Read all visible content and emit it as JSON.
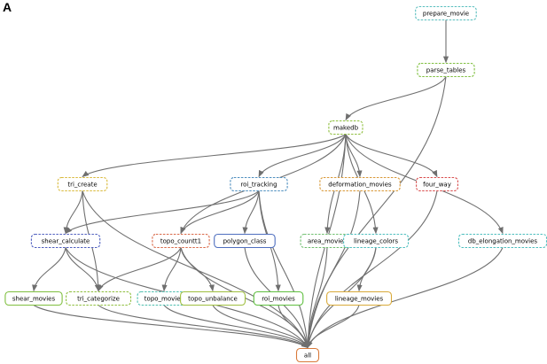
{
  "panel_label": "A",
  "nodes": [
    {
      "id": "prepare_movie",
      "label": "prepare_movie",
      "color": "#5bbfbf",
      "dashed": true
    },
    {
      "id": "parse_tables",
      "label": "parse_tables",
      "color": "#7fbf3f",
      "dashed": true
    },
    {
      "id": "makedb",
      "label": "makedb",
      "color": "#8fbf3f",
      "dashed": true
    },
    {
      "id": "tri_create",
      "label": "tri_create",
      "color": "#d9b93a",
      "dashed": true
    },
    {
      "id": "roi_tracking",
      "label": "roi_tracking",
      "color": "#4f8fbf",
      "dashed": true
    },
    {
      "id": "deformation_movies",
      "label": "deformation_movies",
      "color": "#d99a3a",
      "dashed": true
    },
    {
      "id": "four_way",
      "label": "four_way",
      "color": "#d94f4f",
      "dashed": true
    },
    {
      "id": "shear_calculate",
      "label": "shear_calculate",
      "color": "#4f5fbf",
      "dashed": true
    },
    {
      "id": "topo_countt1",
      "label": "topo_countt1",
      "color": "#d96a4a",
      "dashed": true
    },
    {
      "id": "polygon_class",
      "label": "polygon_class",
      "color": "#4f6fbf",
      "dashed": false
    },
    {
      "id": "area_movies",
      "label": "area_movies",
      "color": "#6fbf6f",
      "dashed": true
    },
    {
      "id": "lineage_colors",
      "label": "lineage_colors",
      "color": "#4fbfbf",
      "dashed": true
    },
    {
      "id": "db_elongation_movies",
      "label": "db_elongation_movies",
      "color": "#4fbfbf",
      "dashed": true
    },
    {
      "id": "shear_movies",
      "label": "shear_movies",
      "color": "#7fbf3f",
      "dashed": false
    },
    {
      "id": "tri_categorize",
      "label": "tri_categorize",
      "color": "#8fbf3f",
      "dashed": true
    },
    {
      "id": "topo_movies",
      "label": "topo_movies",
      "color": "#4fbfaf",
      "dashed": true
    },
    {
      "id": "topo_unbalance",
      "label": "topo_unbalance",
      "color": "#9fbf3f",
      "dashed": false
    },
    {
      "id": "roi_movies",
      "label": "roi_movies",
      "color": "#5fbf3f",
      "dashed": false
    },
    {
      "id": "lineage_movies",
      "label": "lineage_movies",
      "color": "#d9aa3a",
      "dashed": false
    },
    {
      "id": "all",
      "label": "all",
      "color": "#d97a3a",
      "dashed": false
    }
  ],
  "edges": [
    [
      "prepare_movie",
      "parse_tables"
    ],
    [
      "parse_tables",
      "makedb"
    ],
    [
      "parse_tables",
      "all"
    ],
    [
      "makedb",
      "tri_create"
    ],
    [
      "makedb",
      "roi_tracking"
    ],
    [
      "makedb",
      "deformation_movies"
    ],
    [
      "makedb",
      "four_way"
    ],
    [
      "makedb",
      "topo_countt1"
    ],
    [
      "makedb",
      "area_movies"
    ],
    [
      "makedb",
      "lineage_colors"
    ],
    [
      "makedb",
      "db_elongation_movies"
    ],
    [
      "makedb",
      "all"
    ],
    [
      "tri_create",
      "shear_calculate"
    ],
    [
      "tri_create",
      "tri_categorize"
    ],
    [
      "tri_create",
      "all"
    ],
    [
      "roi_tracking",
      "shear_calculate"
    ],
    [
      "roi_tracking",
      "topo_countt1"
    ],
    [
      "roi_tracking",
      "polygon_class"
    ],
    [
      "roi_tracking",
      "roi_movies"
    ],
    [
      "roi_tracking",
      "all"
    ],
    [
      "deformation_movies",
      "all"
    ],
    [
      "four_way",
      "all"
    ],
    [
      "shear_calculate",
      "shear_movies"
    ],
    [
      "shear_calculate",
      "tri_categorize"
    ],
    [
      "shear_calculate",
      "all"
    ],
    [
      "topo_countt1",
      "tri_categorize"
    ],
    [
      "topo_countt1",
      "topo_movies"
    ],
    [
      "topo_countt1",
      "topo_unbalance"
    ],
    [
      "topo_countt1",
      "all"
    ],
    [
      "polygon_class",
      "all"
    ],
    [
      "area_movies",
      "all"
    ],
    [
      "lineage_colors",
      "lineage_movies"
    ],
    [
      "lineage_colors",
      "all"
    ],
    [
      "db_elongation_movies",
      "all"
    ],
    [
      "shear_movies",
      "all"
    ],
    [
      "tri_categorize",
      "all"
    ],
    [
      "topo_movies",
      "all"
    ],
    [
      "topo_unbalance",
      "all"
    ],
    [
      "roi_movies",
      "all"
    ],
    [
      "lineage_movies",
      "all"
    ]
  ]
}
